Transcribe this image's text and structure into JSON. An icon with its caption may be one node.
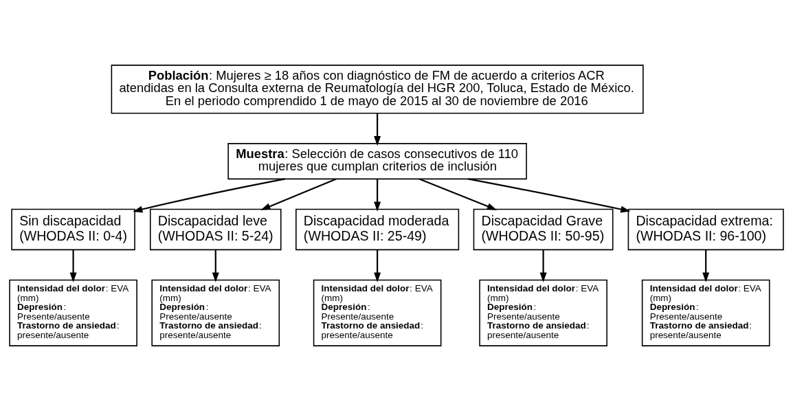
{
  "diagram": {
    "nodes": [
      {
        "text": [
          "**Población**: Mujeres ≥ 18 años con diagnóstico de FM de acuerdo a criterios ACR atendidas en la Consulta externa de Reumatología del HGR 200, Toluca, Estado de México. En el periodo comprendido 1 de mayo de 2015 al 30 de noviembre de 2016"
        ]
      },
      {
        "text": [
          "**Muestra**: Selección de casos consecutivos de 110 mujeres que cumplan criterios de inclusión"
        ]
      },
      {
        "text": [
          "Sin discapacidad (WHODAS II: 0-4)"
        ]
      },
      {
        "text": [
          "Discapacidad leve (WHODAS II: 5-24)"
        ]
      },
      {
        "text": [
          "Discapacidad moderada (WHODAS II: 25-49)"
        ]
      },
      {
        "text": [
          "Discapacidad Grave (WHODAS II: 50-95)"
        ]
      },
      {
        "text": [
          "Discapacidad extrema: (WHODAS II: 96-100)"
        ]
      },
      {
        "text": [
          "**Intensidad del dolor**: EVA (mm)",
          "**Depresión**: Presente/ausente",
          "**Trastorno de ansiedad**: presente/ausente"
        ]
      },
      {
        "text": [
          "**Intensidad del dolor**: EVA (mm)",
          "**Depresión**: Presente/ausente",
          "**Trastorno de ansiedad**: presente/ausente"
        ]
      },
      {
        "text": [
          "**Intensidad del dolor**: EVA (mm)",
          "**Depresión**: Presente/ausente",
          "**Trastorno de ansiedad**: presente/ausente"
        ]
      },
      {
        "text": [
          "**Intensidad del dolor**: EVA (mm)",
          "**Depresión**: Presente/ausente",
          "**Trastorno de ansiedad**: presente/ausente"
        ]
      },
      {
        "text": [
          "**Intensidad del dolor**: EVA (mm)",
          "**Depresión**: Presente/ausente",
          "**Trastorno de ansiedad**: presente/ausente"
        ]
      }
    ],
    "edges": [
      {
        "from": 0,
        "to": 1,
        "arrow": "to"
      },
      {
        "from": 1,
        "to": 2,
        "arrow": "to"
      },
      {
        "from": 1,
        "to": 3,
        "arrow": "to"
      },
      {
        "from": 1,
        "to": 4,
        "arrow": "to"
      },
      {
        "from": 1,
        "to": 5,
        "arrow": "to"
      },
      {
        "from": 1,
        "to": 6,
        "arrow": "to"
      },
      {
        "from": 2,
        "to": 7,
        "arrow": "to"
      },
      {
        "from": 3,
        "to": 8,
        "arrow": "to"
      },
      {
        "from": 4,
        "to": 9,
        "arrow": "to"
      },
      {
        "from": 5,
        "to": 10,
        "arrow": "to"
      },
      {
        "from": 6,
        "to": 11,
        "arrow": "to"
      }
    ]
  }
}
